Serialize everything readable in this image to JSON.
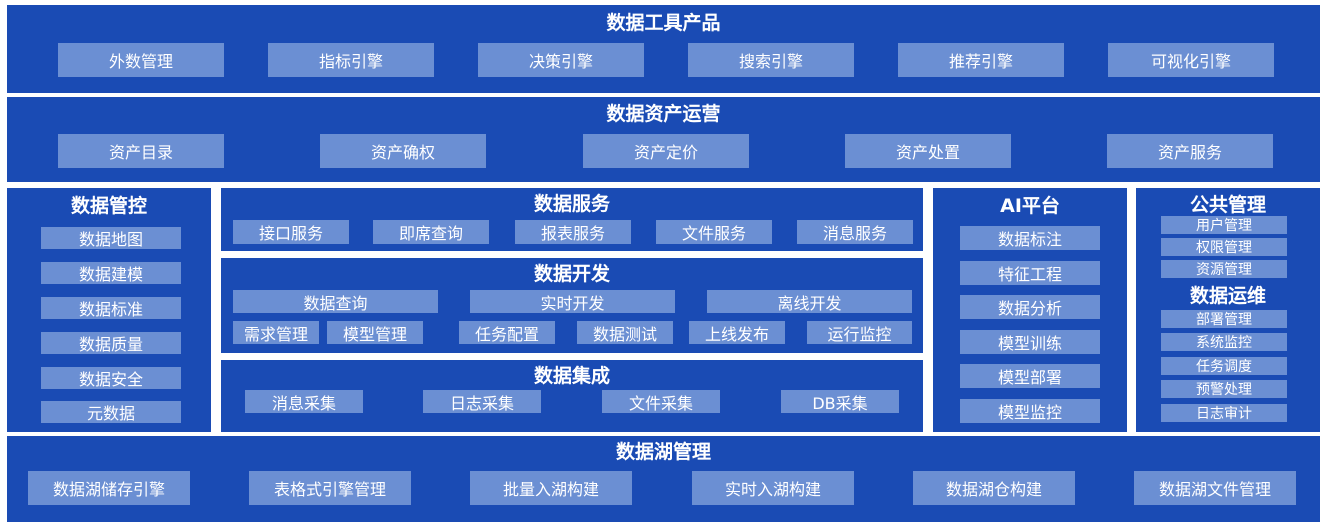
{
  "tools": {
    "title": "数据工具产品",
    "items": [
      "外数管理",
      "指标引擎",
      "决策引擎",
      "搜索引擎",
      "推荐引擎",
      "可视化引擎"
    ]
  },
  "asset_ops": {
    "title": "数据资产运营",
    "items": [
      "资产目录",
      "资产确权",
      "资产定价",
      "资产处置",
      "资产服务"
    ]
  },
  "governance": {
    "title": "数据管控",
    "items": [
      "数据地图",
      "数据建模",
      "数据标准",
      "数据质量",
      "数据安全",
      "元数据"
    ]
  },
  "service": {
    "title": "数据服务",
    "items": [
      "接口服务",
      "即席查询",
      "报表服务",
      "文件服务",
      "消息服务"
    ]
  },
  "develop": {
    "title": "数据开发",
    "row1": [
      "数据查询",
      "实时开发",
      "离线开发"
    ],
    "row2": [
      "需求管理",
      "模型管理",
      "任务配置",
      "数据测试",
      "上线发布",
      "运行监控"
    ]
  },
  "integration": {
    "title": "数据集成",
    "items": [
      "消息采集",
      "日志采集",
      "文件采集",
      "DB采集"
    ]
  },
  "ai": {
    "title": "AI平台",
    "items": [
      "数据标注",
      "特征工程",
      "数据分析",
      "模型训练",
      "模型部署",
      "模型监控"
    ]
  },
  "public_mgmt": {
    "title": "公共管理",
    "items": [
      "用户管理",
      "权限管理",
      "资源管理"
    ]
  },
  "data_ops": {
    "title": "数据运维",
    "items": [
      "部署管理",
      "系统监控",
      "任务调度",
      "预警处理",
      "日志审计"
    ]
  },
  "lake": {
    "title": "数据湖管理",
    "items": [
      "数据湖储存引擎",
      "表格式引擎管理",
      "批量入湖构建",
      "实时入湖构建",
      "数据湖仓构建",
      "数据湖文件管理"
    ]
  }
}
